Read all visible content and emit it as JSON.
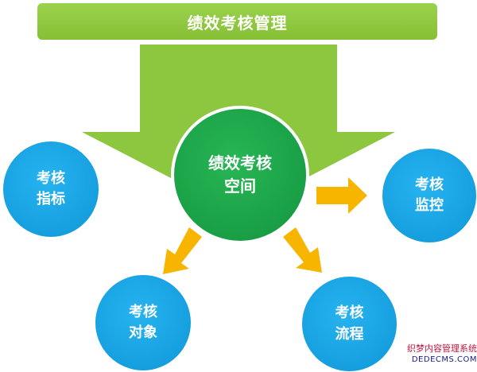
{
  "banner": {
    "title": "绩效考核管理"
  },
  "center": {
    "line1": "绩效考核",
    "line2": "空间"
  },
  "nodes": {
    "zhibiao": {
      "line1": "考核",
      "line2": "指标"
    },
    "jiankong": {
      "line1": "考核",
      "line2": "监控"
    },
    "duixiang": {
      "line1": "考核",
      "line2": "对象"
    },
    "liucheng": {
      "line1": "考核",
      "line2": "流程"
    }
  },
  "watermark": {
    "line1": "织梦内容管理系统",
    "line2": "DEDECMS.COM"
  },
  "colors": {
    "banner": "#8dc63f",
    "big_arrow": "#8dc63f",
    "center_circle": "#1aa34a",
    "node_circle": "#1aa4e4",
    "small_arrow": "#f7b500"
  }
}
